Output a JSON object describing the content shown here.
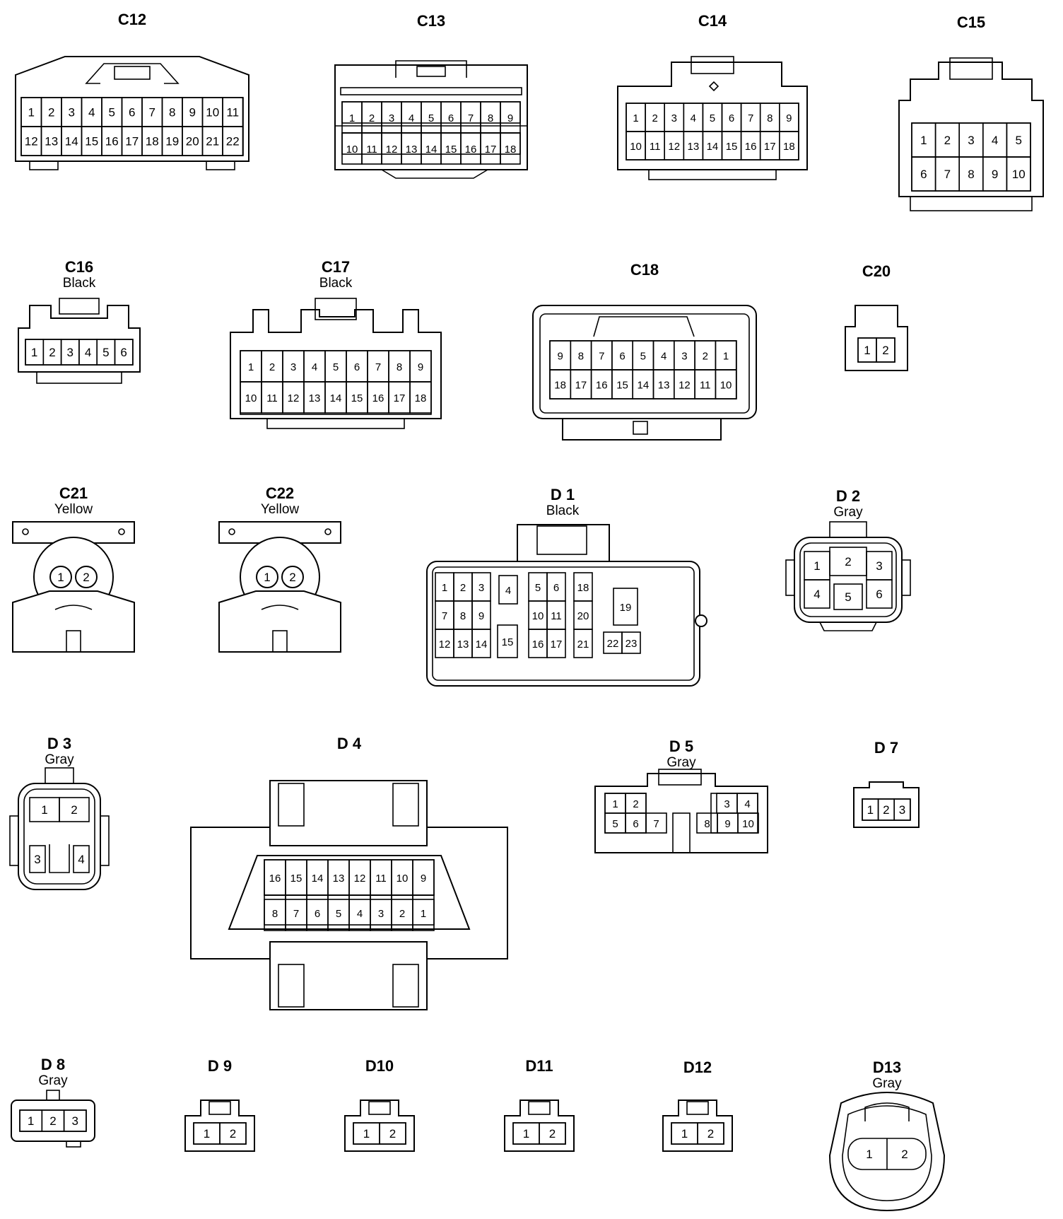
{
  "connectors": [
    {
      "id": "C12",
      "label": "C12",
      "color": "",
      "pins": [
        "1",
        "2",
        "3",
        "4",
        "5",
        "6",
        "7",
        "8",
        "9",
        "10",
        "11",
        "12",
        "13",
        "14",
        "15",
        "16",
        "17",
        "18",
        "19",
        "20",
        "21",
        "22"
      ]
    },
    {
      "id": "C13",
      "label": "C13",
      "color": "",
      "pins": [
        "1",
        "2",
        "3",
        "4",
        "5",
        "6",
        "7",
        "8",
        "9",
        "10",
        "11",
        "12",
        "13",
        "14",
        "15",
        "16",
        "17",
        "18"
      ]
    },
    {
      "id": "C14",
      "label": "C14",
      "color": "",
      "pins": [
        "1",
        "2",
        "3",
        "4",
        "5",
        "6",
        "7",
        "8",
        "9",
        "10",
        "11",
        "12",
        "13",
        "14",
        "15",
        "16",
        "17",
        "18"
      ]
    },
    {
      "id": "C15",
      "label": "C15",
      "color": "",
      "pins": [
        "1",
        "2",
        "3",
        "4",
        "5",
        "6",
        "7",
        "8",
        "9",
        "10"
      ]
    },
    {
      "id": "C16",
      "label": "C16",
      "color": "Black",
      "pins": [
        "1",
        "2",
        "3",
        "4",
        "5",
        "6"
      ]
    },
    {
      "id": "C17",
      "label": "C17",
      "color": "Black",
      "pins": [
        "1",
        "2",
        "3",
        "4",
        "5",
        "6",
        "7",
        "8",
        "9",
        "10",
        "11",
        "12",
        "13",
        "14",
        "15",
        "16",
        "17",
        "18"
      ]
    },
    {
      "id": "C18",
      "label": "C18",
      "color": "",
      "pins": [
        "9",
        "8",
        "7",
        "6",
        "5",
        "4",
        "3",
        "2",
        "1",
        "18",
        "17",
        "16",
        "15",
        "14",
        "13",
        "12",
        "11",
        "10"
      ]
    },
    {
      "id": "C20",
      "label": "C20",
      "color": "",
      "pins": [
        "1",
        "2"
      ]
    },
    {
      "id": "C21",
      "label": "C21",
      "color": "Yellow",
      "pins": [
        "1",
        "2"
      ]
    },
    {
      "id": "C22",
      "label": "C22",
      "color": "Yellow",
      "pins": [
        "1",
        "2"
      ]
    },
    {
      "id": "D1",
      "label": "D 1",
      "color": "Black",
      "pins": [
        "1",
        "2",
        "3",
        "4",
        "5",
        "6",
        "18",
        "19",
        "7",
        "8",
        "9",
        "10",
        "11",
        "20",
        "12",
        "13",
        "14",
        "15",
        "16",
        "17",
        "21",
        "22",
        "23"
      ]
    },
    {
      "id": "D2",
      "label": "D 2",
      "color": "Gray",
      "pins": [
        "1",
        "2",
        "3",
        "4",
        "5",
        "6"
      ]
    },
    {
      "id": "D3",
      "label": "D 3",
      "color": "Gray",
      "pins": [
        "1",
        "2",
        "3",
        "4"
      ]
    },
    {
      "id": "D4",
      "label": "D 4",
      "color": "",
      "pins": [
        "16",
        "15",
        "14",
        "13",
        "12",
        "11",
        "10",
        "9",
        "8",
        "7",
        "6",
        "5",
        "4",
        "3",
        "2",
        "1"
      ]
    },
    {
      "id": "D5",
      "label": "D 5",
      "color": "Gray",
      "pins": [
        "1",
        "2",
        "3",
        "4",
        "5",
        "6",
        "7",
        "8",
        "9",
        "10"
      ]
    },
    {
      "id": "D7",
      "label": "D 7",
      "color": "",
      "pins": [
        "1",
        "2",
        "3"
      ]
    },
    {
      "id": "D8",
      "label": "D 8",
      "color": "Gray",
      "pins": [
        "1",
        "2",
        "3"
      ]
    },
    {
      "id": "D9",
      "label": "D 9",
      "color": "",
      "pins": [
        "1",
        "2"
      ]
    },
    {
      "id": "D10",
      "label": "D10",
      "color": "",
      "pins": [
        "1",
        "2"
      ]
    },
    {
      "id": "D11",
      "label": "D11",
      "color": "",
      "pins": [
        "1",
        "2"
      ]
    },
    {
      "id": "D12",
      "label": "D12",
      "color": "",
      "pins": [
        "1",
        "2"
      ]
    },
    {
      "id": "D13",
      "label": "D13",
      "color": "Gray",
      "pins": [
        "1",
        "2"
      ]
    }
  ]
}
